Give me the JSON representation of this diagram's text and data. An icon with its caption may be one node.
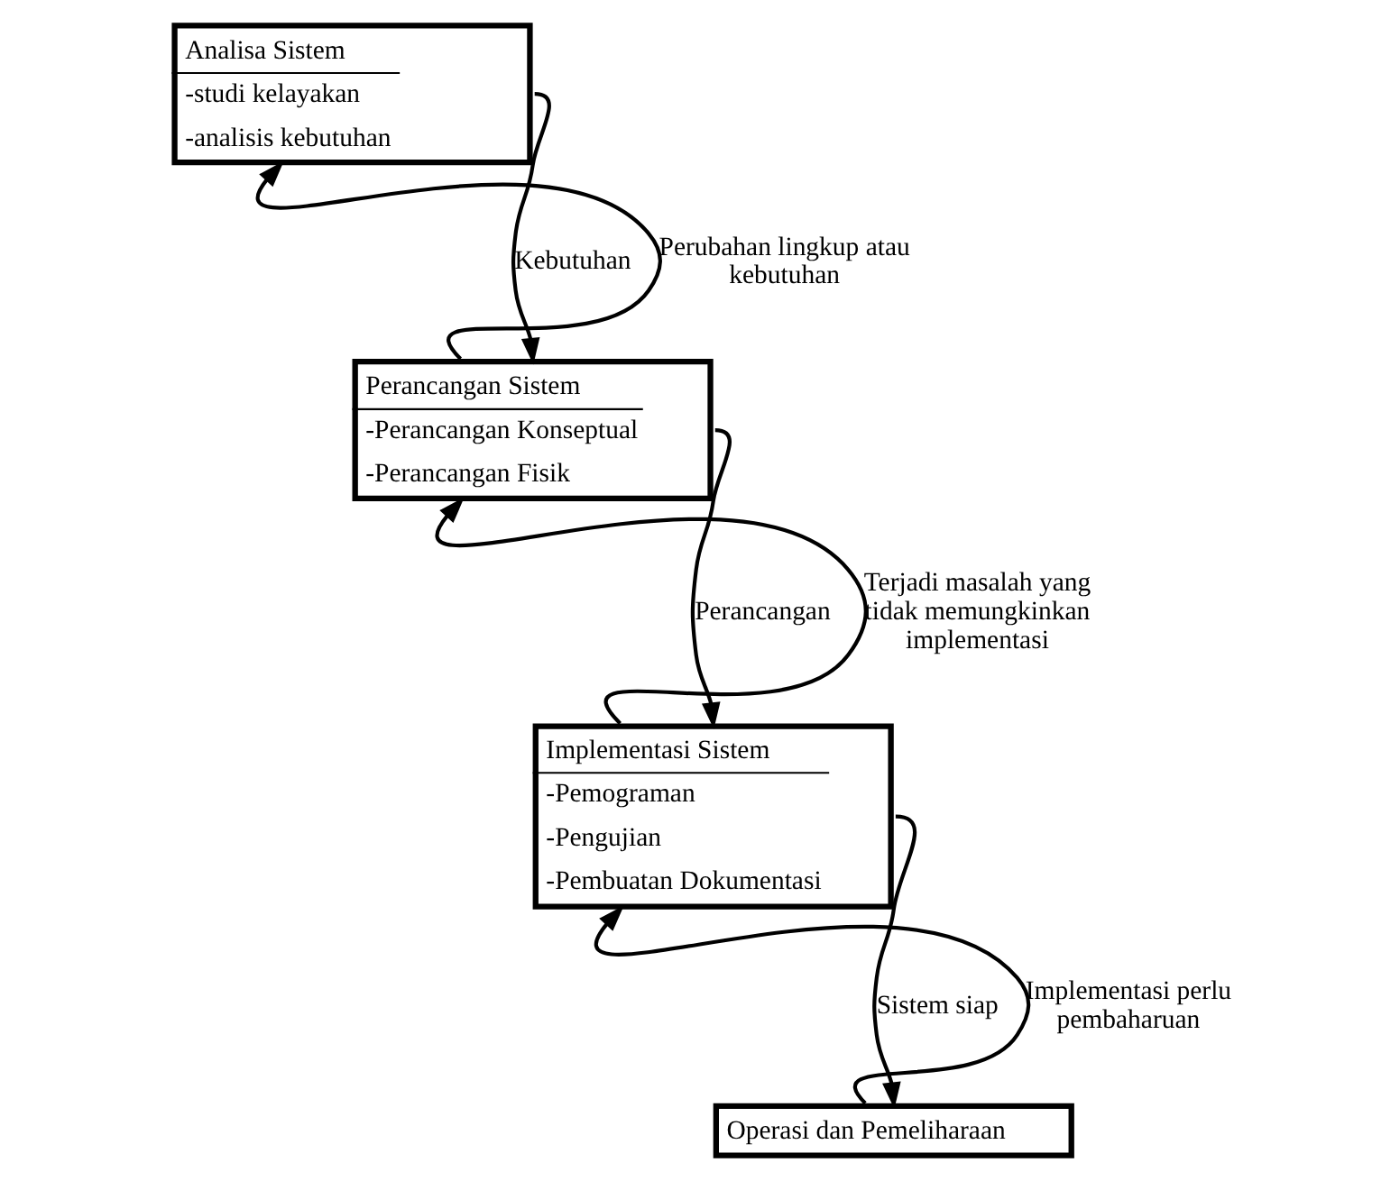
{
  "diagram": {
    "nodes": [
      {
        "text": [
          "Analisa Sistem",
          "-studi kelayakan",
          "-analisis kebutuhan"
        ]
      },
      {
        "text": [
          "Perancangan Sistem",
          "-Perancangan Konseptual",
          "-Perancangan Fisik"
        ]
      },
      {
        "text": [
          "Implementasi Sistem",
          "-Pemograman",
          "-Pengujian",
          "-Pembuatan Dokumentasi"
        ]
      },
      {
        "text": [
          "Operasi dan Pemeliharaan"
        ]
      }
    ],
    "edges": [
      {
        "from": 0,
        "to": 1,
        "arrow": "to",
        "label": "Kebutuhan"
      },
      {
        "from": 1,
        "to": 0,
        "arrow": "to",
        "label": "Perubahan lingkup atau kebutuhan"
      },
      {
        "from": 1,
        "to": 2,
        "arrow": "to",
        "label": "Perancangan"
      },
      {
        "from": 2,
        "to": 1,
        "arrow": "to",
        "label": "Terjadi masalah yang tidak memungkinkan implementasi"
      },
      {
        "from": 2,
        "to": 3,
        "arrow": "to",
        "label": "Sistem siap"
      },
      {
        "from": 3,
        "to": 2,
        "arrow": "to",
        "label": "Implementasi perlu pembaharuan"
      }
    ]
  }
}
